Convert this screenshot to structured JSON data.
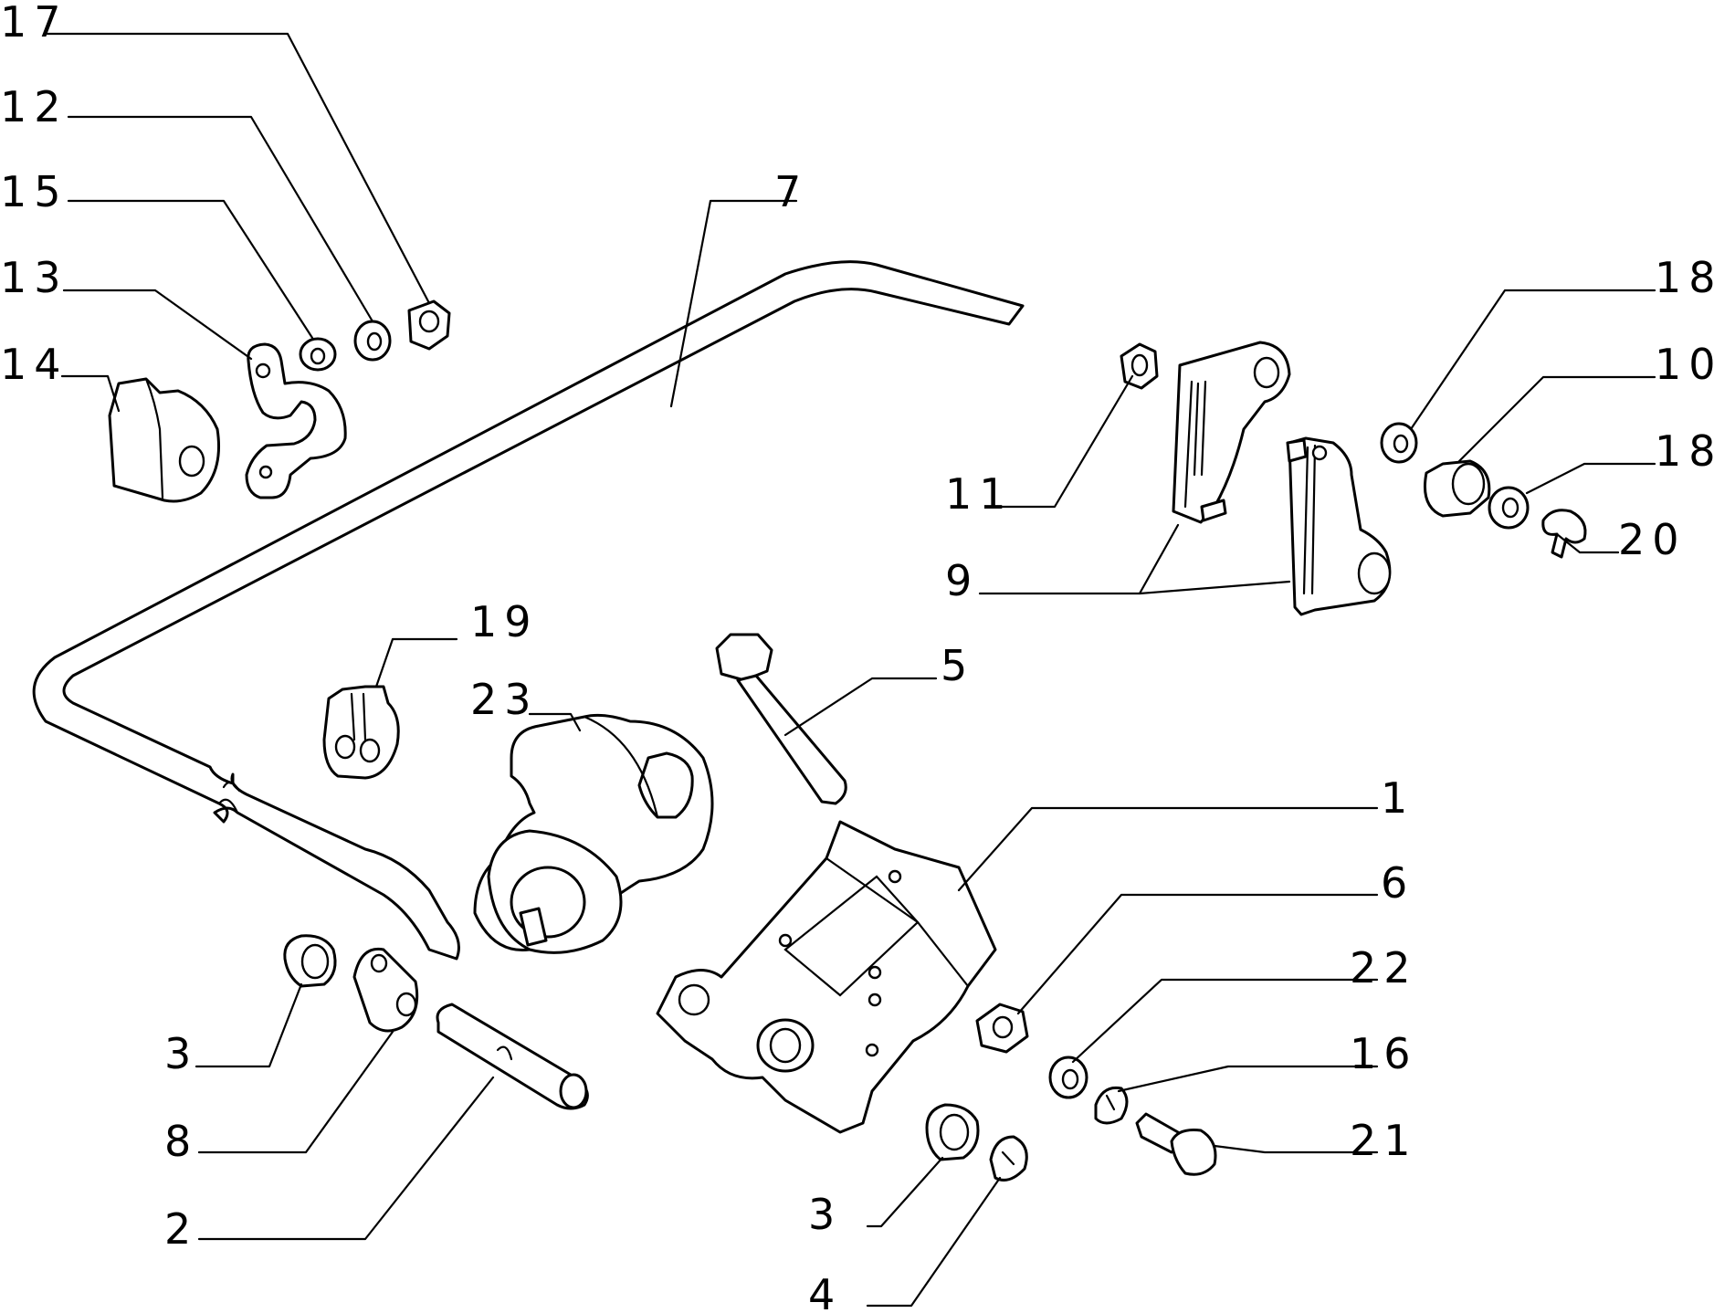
{
  "callouts": {
    "c17": "17",
    "c12": "12",
    "c15": "15",
    "c13": "13",
    "c14": "14",
    "c7": "7",
    "c18a": "18",
    "c10": "10",
    "c18b": "18",
    "c20": "20",
    "c11": "11",
    "c9": "9",
    "c19": "19",
    "c23": "23",
    "c5": "5",
    "c1": "1",
    "c6": "6",
    "c22": "22",
    "c16": "16",
    "c21": "21",
    "c3a": "3",
    "c8": "8",
    "c2": "2",
    "c3b": "3",
    "c4": "4"
  }
}
